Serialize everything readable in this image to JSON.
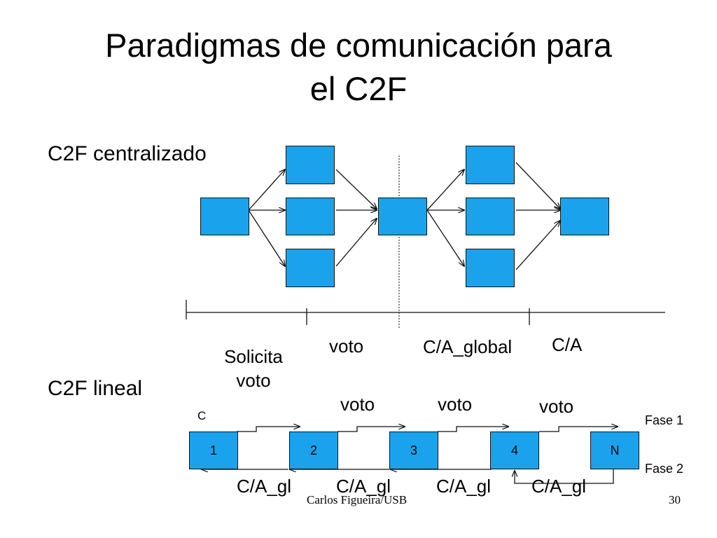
{
  "slide": {
    "title_line1": "Paradigmas de comunicación para",
    "title_line2": "el C2F",
    "footer_author": "Carlos Figueira/USB",
    "footer_page": "30"
  },
  "centralizado": {
    "heading": "C2F centralizado",
    "phases": {
      "solicita": "Solicita",
      "solicita2": "voto",
      "voto": "voto",
      "ca_global": "C/A_global",
      "ca": "C/A"
    }
  },
  "lineal": {
    "heading": "C2F lineal",
    "c_label": "C",
    "fase1": "Fase 1",
    "fase2": "Fase 2",
    "nodes": [
      "1",
      "2",
      "3",
      "4",
      "N"
    ],
    "voto_labels": [
      "voto",
      "voto",
      "voto"
    ],
    "ca_labels": [
      "C/A_gl",
      "C/A_gl",
      "C/A_gl",
      "C/A_gl"
    ]
  },
  "colors": {
    "node_fill": "#1aa3ec",
    "stroke": "#111111"
  }
}
